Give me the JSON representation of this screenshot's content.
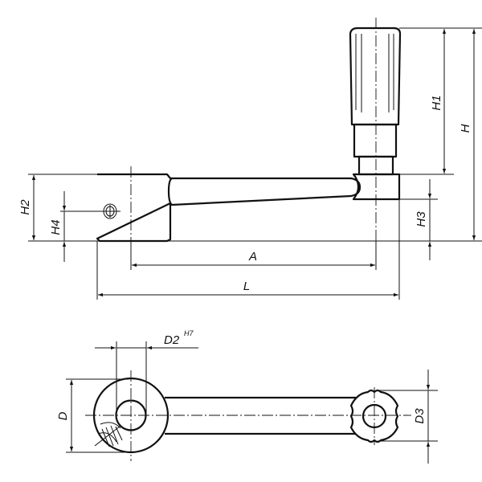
{
  "drawing": {
    "title": "Crank handle technical drawing",
    "side_view": {
      "labels": {
        "H1": "H1",
        "H": "H",
        "H2": "H2",
        "H3": "H3",
        "H4": "H4",
        "A": "A",
        "L": "L"
      }
    },
    "top_view": {
      "labels": {
        "D": "D",
        "D2": "D2",
        "D2_tolerance": "H7",
        "D3": "D3"
      }
    }
  }
}
